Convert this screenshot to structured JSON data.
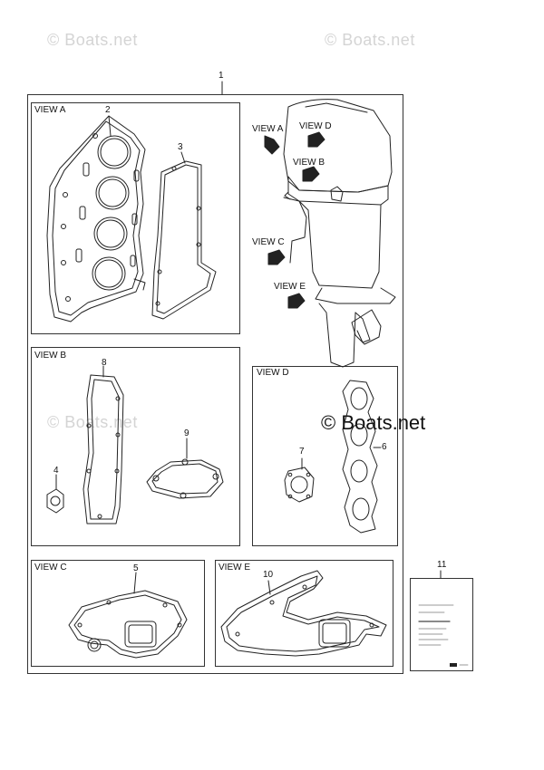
{
  "watermarks": {
    "top_left": "© Boats.net",
    "top_right": "© Boats.net",
    "mid_left": "© Boats.net",
    "mid_right": "© Boats.net"
  },
  "kit_callout": "1",
  "views": {
    "a": {
      "label": "VIEW A",
      "parts": [
        "2",
        "3"
      ]
    },
    "b": {
      "label": "VIEW B",
      "parts": [
        "8",
        "9",
        "4"
      ]
    },
    "c": {
      "label": "VIEW C",
      "parts": [
        "5"
      ]
    },
    "d": {
      "label": "VIEW D",
      "parts": [
        "7",
        "6"
      ]
    },
    "e": {
      "label": "VIEW E",
      "parts": [
        "10"
      ]
    }
  },
  "engine_arrows": [
    "VIEW A",
    "VIEW D",
    "VIEW B",
    "VIEW C",
    "VIEW E"
  ],
  "sheet_callout": "11",
  "colors": {
    "line": "#222222",
    "frame": "#333333",
    "watermark": "#d4d4d4"
  }
}
